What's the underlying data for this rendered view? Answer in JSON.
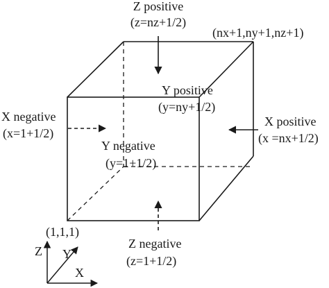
{
  "faces": {
    "z_positive": {
      "name": "Z positive",
      "coord": "(z=nz+1/2)"
    },
    "z_negative": {
      "name": "Z negative",
      "coord": "(z=1+1/2)"
    },
    "y_positive": {
      "name": "Y positive",
      "coord": "(y=ny+1/2)"
    },
    "y_negative": {
      "name": "Y negative",
      "coord": "(y=1+1/2)"
    },
    "x_positive": {
      "name": "X positive",
      "coord": "(x =nx+1/2)"
    },
    "x_negative": {
      "name": "X negative",
      "coord": "(x=1+1/2)"
    }
  },
  "corners": {
    "max": "(nx+1,ny+1,nz+1)",
    "min": "(1,1,1)"
  },
  "axes": {
    "x": "X",
    "y": "Y",
    "z": "Z"
  },
  "colors": {
    "ink": "#1a1a1a"
  }
}
